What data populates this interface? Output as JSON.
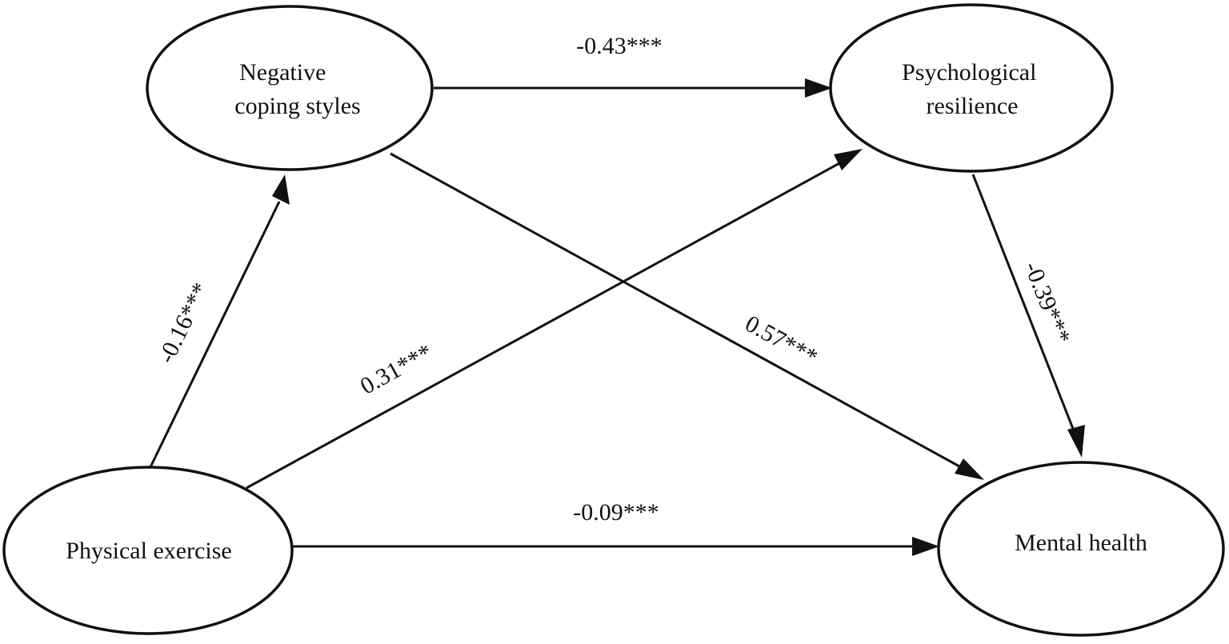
{
  "nodes": {
    "negative_coping": {
      "lines": [
        "Negative",
        "coping styles"
      ]
    },
    "psych_resilience": {
      "lines": [
        "Psychological",
        "resilience"
      ]
    },
    "physical_exercise": {
      "lines": [
        "Physical exercise"
      ]
    },
    "mental_health": {
      "lines": [
        "Mental health"
      ]
    }
  },
  "paths": {
    "coping_to_resilience": {
      "from": "Negative coping styles",
      "to": "Psychological resilience",
      "coefficient": "-0.43***"
    },
    "exercise_to_coping": {
      "from": "Physical exercise",
      "to": "Negative coping styles",
      "coefficient": "-0.16***"
    },
    "exercise_to_resilience": {
      "from": "Physical exercise",
      "to": "Psychological resilience",
      "coefficient": "0.31***"
    },
    "coping_to_mental": {
      "from": "Negative coping styles",
      "to": "Mental health",
      "coefficient": "0.57***"
    },
    "resilience_to_mental": {
      "from": "Psychological resilience",
      "to": "Mental health",
      "coefficient": "-0.39***"
    },
    "exercise_to_mental": {
      "from": "Physical exercise",
      "to": "Mental health",
      "coefficient": "-0.09***"
    }
  }
}
